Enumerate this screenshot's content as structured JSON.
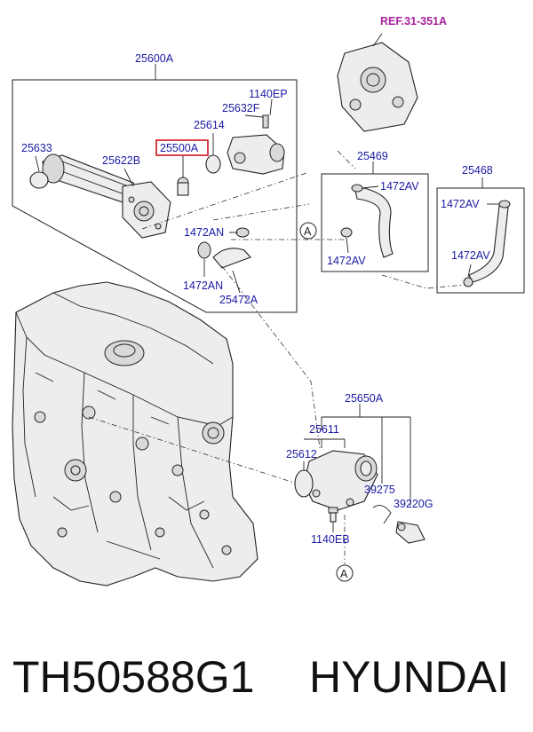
{
  "labels": {
    "ref": "REF.31-351A",
    "p25600A": "25600A",
    "p1140EP": "1140EP",
    "p25632F": "25632F",
    "p25614": "25614",
    "p25500A": "25500A",
    "p25633": "25633",
    "p25622B": "25622B",
    "p1472AN_a": "1472AN",
    "p1472AN_b": "1472AN",
    "p25472A": "25472A",
    "p25469": "25469",
    "p1472AV_a": "1472AV",
    "p1472AV_b": "1472AV",
    "p25468": "25468",
    "p1472AV_c": "1472AV",
    "p1472AV_d": "1472AV",
    "p25650A": "25650A",
    "p25611": "25611",
    "p25612": "25612",
    "p39275": "39275",
    "p39220G": "39220G",
    "p1140EB": "1140EB",
    "circle_a_top": "A",
    "circle_a_bottom": "A"
  },
  "caption": {
    "part_code": "TH50588G1",
    "brand": "HYUNDAI"
  },
  "colors": {
    "label": "#1a1aa6",
    "ref": "#a8239e",
    "highlight_box": "#d01020"
  }
}
